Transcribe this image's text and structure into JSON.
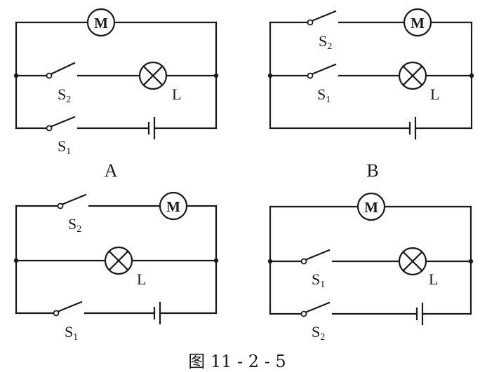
{
  "figure": {
    "caption": "图 11 - 2 - 5",
    "panels": [
      {
        "id": "A",
        "label": "A",
        "motor_label": "M",
        "lamp_label": "L",
        "branches": {
          "top": [
            "motor"
          ],
          "middle": [
            "switch S2",
            "lamp L"
          ],
          "bottom": [
            "switch S1",
            "battery"
          ]
        },
        "switches": [
          {
            "name": "S",
            "sub": "2",
            "branch": "middle"
          },
          {
            "name": "S",
            "sub": "1",
            "branch": "bottom"
          }
        ]
      },
      {
        "id": "B",
        "label": "B",
        "motor_label": "M",
        "lamp_label": "L",
        "branches": {
          "top": [
            "switch S2",
            "motor"
          ],
          "middle": [
            "switch S1",
            "lamp L"
          ],
          "bottom": [
            "battery"
          ]
        },
        "switches": [
          {
            "name": "S",
            "sub": "2",
            "branch": "top"
          },
          {
            "name": "S",
            "sub": "1",
            "branch": "middle"
          }
        ]
      },
      {
        "id": "C",
        "label": "",
        "motor_label": "M",
        "lamp_label": "L",
        "branches": {
          "top": [
            "switch S2",
            "motor"
          ],
          "middle": [
            "lamp L"
          ],
          "bottom": [
            "switch S1",
            "battery"
          ]
        },
        "switches": [
          {
            "name": "S",
            "sub": "2",
            "branch": "top"
          },
          {
            "name": "S",
            "sub": "1",
            "branch": "bottom"
          }
        ]
      },
      {
        "id": "D",
        "label": "",
        "motor_label": "M",
        "lamp_label": "L",
        "branches": {
          "top": [
            "motor"
          ],
          "middle": [
            "switch S1",
            "lamp L"
          ],
          "bottom": [
            "switch S2",
            "battery"
          ]
        },
        "switches": [
          {
            "name": "S",
            "sub": "1",
            "branch": "middle"
          },
          {
            "name": "S",
            "sub": "2",
            "branch": "bottom"
          }
        ]
      }
    ]
  }
}
